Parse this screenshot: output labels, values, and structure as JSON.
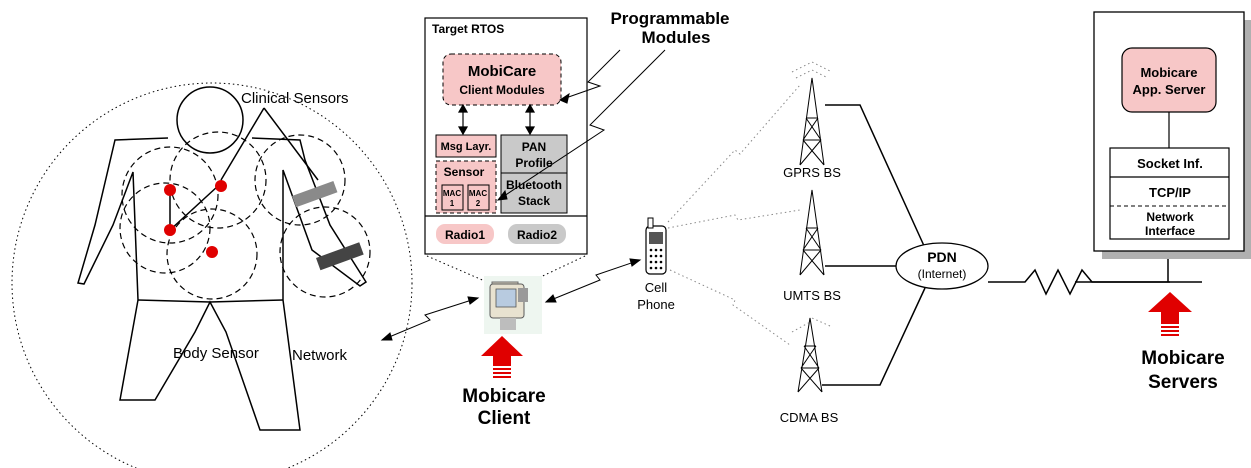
{
  "labels": {
    "clinical_sensors": "Clinical Sensors",
    "body_sensor": "Body Sensor",
    "network": "Network",
    "target_rtos": "Target RTOS",
    "programmable_l1": "Programmable",
    "programmable_l2": "Modules",
    "mobicare_client_mod_l1": "MobiCare",
    "mobicare_client_mod_l2": "Client Modules",
    "msg_layer": "Msg Layr.",
    "pan_l1": "PAN",
    "pan_l2": "Profile",
    "sensor": "Sensor",
    "mac1_l1": "MAC",
    "mac1_l2": "1",
    "mac2_l1": "MAC",
    "mac2_l2": "2",
    "bluetooth_l1": "Bluetooth",
    "bluetooth_l2": "Stack",
    "radio1": "Radio1",
    "radio2": "Radio2",
    "mobicare_client_l1": "Mobicare",
    "mobicare_client_l2": "Client",
    "cell_l1": "Cell",
    "cell_l2": "Phone",
    "gprs_bs": "GPRS BS",
    "umts_bs": "UMTS BS",
    "cdma_bs": "CDMA BS",
    "pdn": "PDN",
    "internet": "(Internet)",
    "app_server_l1": "Mobicare",
    "app_server_l2": "App. Server",
    "socket_inf": "Socket Inf.",
    "tcpip": "TCP/IP",
    "net_iface_l1": "Network",
    "net_iface_l2": "Interface",
    "mobicare_servers_l1": "Mobicare",
    "mobicare_servers_l2": "Servers"
  },
  "colors": {
    "sensor_node": "#e00000",
    "arrow_red": "#e00000",
    "module_pink": "#f7c7c7",
    "stack_gray": "#c9c9c9"
  }
}
